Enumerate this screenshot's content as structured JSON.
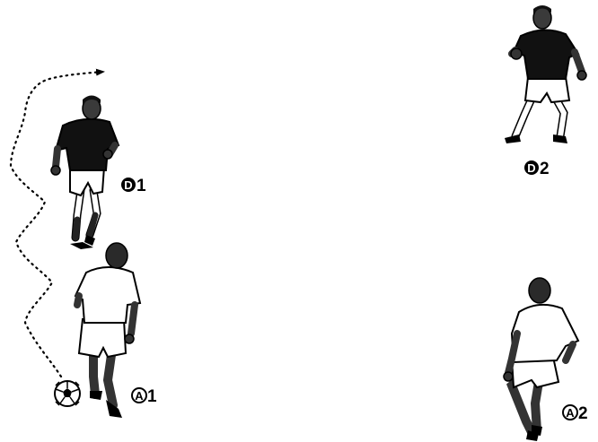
{
  "colors": {
    "defender_shirt": "#111111",
    "attacker_shirt": "#ffffff",
    "skin": "#3a3a3a",
    "hair": "#1a1a1a",
    "outline": "#000000",
    "path": "#000000"
  },
  "players": [
    {
      "id": "D1",
      "team": "defender",
      "letter": "D",
      "number": "1"
    },
    {
      "id": "D2",
      "team": "defender",
      "letter": "D",
      "number": "2"
    },
    {
      "id": "A1",
      "team": "attacker",
      "letter": "A",
      "number": "1"
    },
    {
      "id": "A2",
      "team": "attacker",
      "letter": "A",
      "number": "2"
    }
  ],
  "ball": {
    "icon": "soccer-ball-icon"
  },
  "dribble_path": {
    "style": "dotted",
    "arrow": true
  }
}
